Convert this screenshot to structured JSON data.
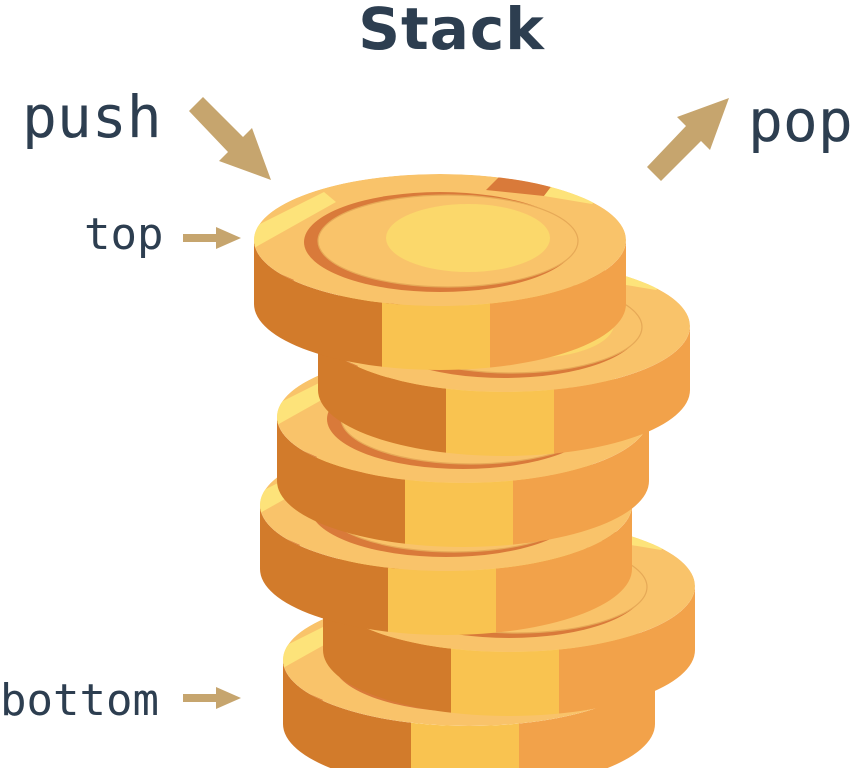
{
  "title": "Stack",
  "labels": {
    "push": "push",
    "pop": "pop",
    "top": "top",
    "bottom": "bottom"
  },
  "colors": {
    "text": "#2d3e50",
    "arrow": "#c6a56e",
    "coin_face": "#f9c36a",
    "coin_face_inner": "#fbd86b",
    "coin_rim_dark": "#d27b2b",
    "coin_rim_mid": "#f9c350",
    "coin_rim_light": "#f2a24a",
    "coin_groove": "#d97a3a",
    "coin_stripe": "#fde37a"
  },
  "coins": [
    {
      "role": "top"
    },
    {
      "role": "middle"
    },
    {
      "role": "middle"
    },
    {
      "role": "middle"
    },
    {
      "role": "middle"
    },
    {
      "role": "bottom"
    }
  ]
}
